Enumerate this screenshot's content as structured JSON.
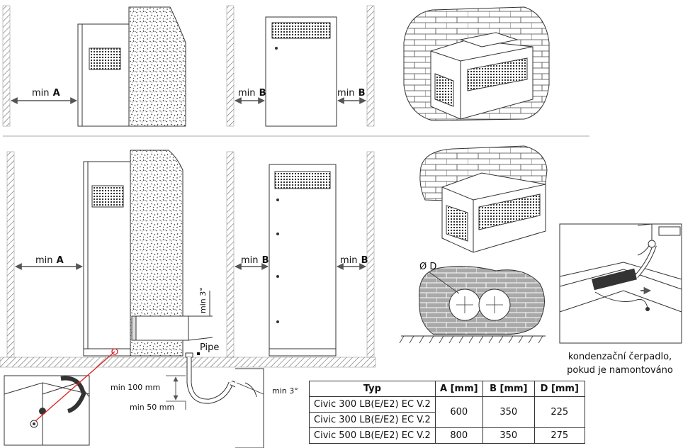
{
  "labels": {
    "min_a": "min",
    "min_b": "min",
    "letter_a": "A",
    "letter_b": "B",
    "min_3deg": "min 3°",
    "pipe": "Pipe",
    "min_100": "min 100 mm",
    "min_50": "min 50 mm",
    "diameter": "Ø D"
  },
  "caption": {
    "line1": "kondenzační čerpadlo,",
    "line2": "pokud je namontováno"
  },
  "table": {
    "headers": [
      "Typ",
      "A [mm]",
      "B [mm]",
      "D  [mm]"
    ],
    "rows": [
      {
        "typ": "Civic 300 LB(E/E2) EC V.2"
      },
      {
        "typ": "Civic 300 LB(E/E2) EC V.2"
      },
      {
        "typ": "Civic 500 LB(E/E2) EC V.2"
      }
    ],
    "merged": {
      "a": "600",
      "b": "350",
      "d": "225"
    },
    "last": {
      "a": "800",
      "b": "350",
      "d": "275"
    }
  },
  "colors": {
    "line": "#333333",
    "wall": "#9a9a9a",
    "brick": "#a9a9a9",
    "arrow": "#444444",
    "pointer": "#e02020"
  }
}
